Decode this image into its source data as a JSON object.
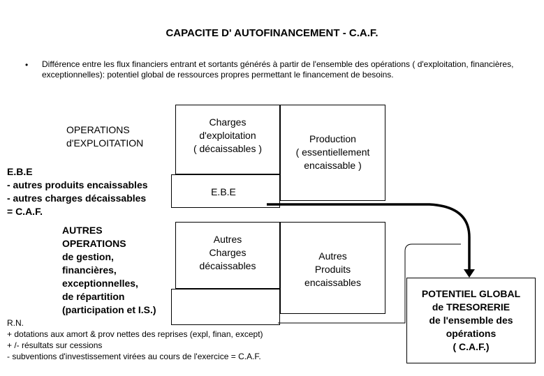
{
  "title": "CAPACITE D' AUTOFINANCEMENT - C.A.F.",
  "bullet": {
    "marker": "•",
    "text": "Différence entre les flux financiers entrant et sortants générés à partir de l'ensemble des opérations ( d'exploitation, financières, exceptionnelles): potentiel global de ressources propres permettant le financement de besoins."
  },
  "exploitation": {
    "heading_line1": "OPERATIONS",
    "heading_line2": "d'EXPLOITATION",
    "charges": [
      "Charges",
      "d'exploitation",
      "( décaissables )"
    ],
    "production": [
      "Production",
      "( essentiellement",
      "encaissable )"
    ],
    "ebe_box": "E.B.E"
  },
  "formula_ebe": [
    "E.B.E",
    "- autres produits encaissables",
    "- autres charges décaissables",
    "= C.A.F."
  ],
  "autres_operations": {
    "heading": [
      "AUTRES",
      "OPERATIONS",
      "de gestion,",
      "financières,",
      "exceptionnelles,",
      "de répartition",
      "(participation et I.S.)"
    ],
    "charges": [
      "Autres",
      "Charges",
      "décaissables"
    ],
    "produits": [
      "Autres",
      "Produits",
      "encaissables"
    ]
  },
  "formula_rn": [
    "R.N.",
    "+ dotations aux amort & prov nettes des reprises (expl, finan, except)",
    "+ /- résultats sur cessions",
    "- subventions d'investissement virées au cours de l'exercice = C.A.F."
  ],
  "potentiel": [
    "POTENTIEL GLOBAL",
    "de TRESORERIE",
    "de l'ensemble des",
    "opérations",
    "( C.A.F.)"
  ]
}
